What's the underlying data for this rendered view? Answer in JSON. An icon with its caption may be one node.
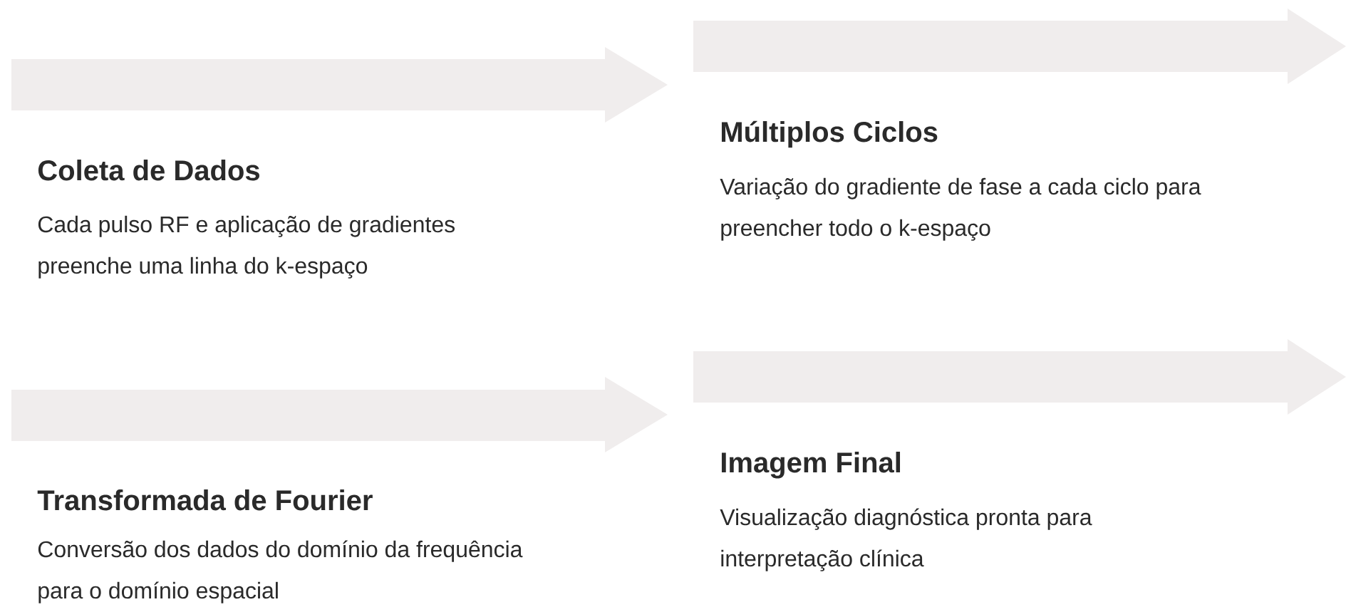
{
  "diagram": {
    "nodes": [
      {
        "text": [
          "Coleta de Dados",
          "Cada pulso RF e aplicação de gradientes preenche uma linha do k-espaço"
        ]
      },
      {
        "text": [
          "Múltiplos Ciclos",
          "Variação do gradiente de fase a cada ciclo para preencher todo o k-espaço"
        ]
      },
      {
        "text": [
          "Transformada de Fourier",
          "Conversão dos dados do domínio da frequência para o domínio espacial"
        ]
      },
      {
        "text": [
          "Imagem Final",
          "Visualização diagnóstica pronta para interpretação clínica"
        ]
      }
    ]
  }
}
